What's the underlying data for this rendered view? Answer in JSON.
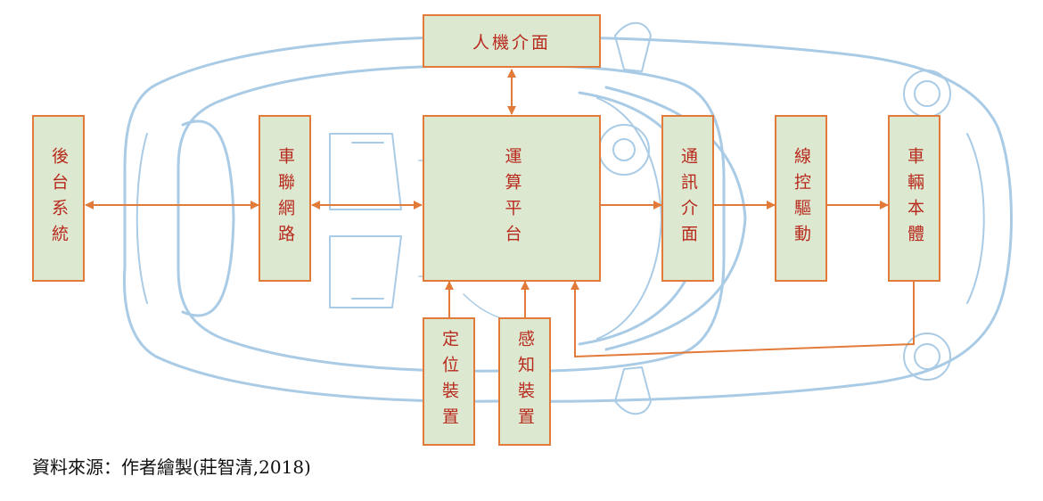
{
  "boxes": {
    "hmi": "人機介面",
    "backend": "後台系統",
    "v2x": "車聯網路",
    "compute": "運算平台",
    "comm": "通訊介面",
    "wire": "線控驅動",
    "body": "車輛本體",
    "positioning": "定位裝置",
    "sensing": "感知裝置"
  },
  "caption": "資料來源：作者繪製(莊智清,2018)",
  "colors": {
    "box_fill": "#dde8d0",
    "box_border": "#e27a3a",
    "text": "#b82a1e",
    "arrow": "#e27a3a",
    "car_outline": "#9ec3e0"
  }
}
